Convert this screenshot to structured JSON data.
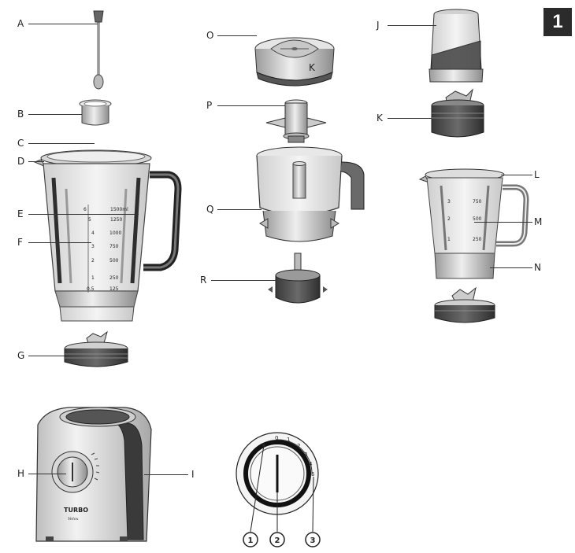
{
  "page_number": "1",
  "parts": {
    "A": "A",
    "B": "B",
    "C": "C",
    "D": "D",
    "E": "E",
    "F": "F",
    "G": "G",
    "H": "H",
    "I": "I",
    "J": "J",
    "K1": "K",
    "K2": "K",
    "L": "L",
    "M": "M",
    "N": "N",
    "O": "O",
    "P": "P",
    "Q": "Q",
    "R": "R"
  },
  "large_jug_scale": [
    "1500ml",
    "1250",
    "1000",
    "750",
    "500",
    "250",
    "125"
  ],
  "large_jug_numbers": [
    "6",
    "5",
    "4",
    "3",
    "2",
    "1",
    "0.5"
  ],
  "small_jug_scale": [
    "750",
    "500",
    "250"
  ],
  "small_jug_numbers": [
    "3",
    "2",
    "1"
  ],
  "brand": {
    "name": "TURBO",
    "sub": "Velox"
  },
  "dial_ticks": [
    "0",
    "1",
    "2",
    "3",
    "4",
    "5"
  ],
  "dial_callouts": [
    "1",
    "2",
    "3"
  ]
}
